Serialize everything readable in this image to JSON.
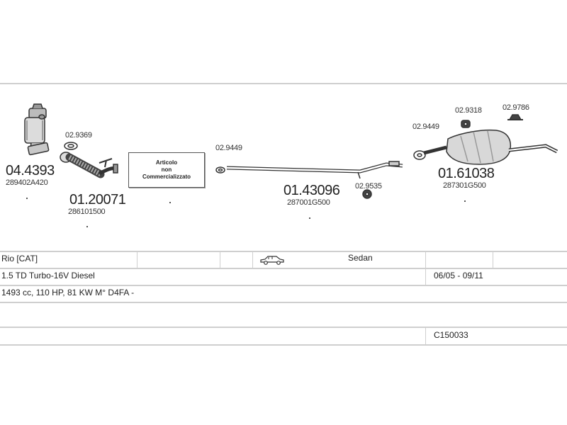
{
  "parts": {
    "cat": {
      "part_no": "04.4393",
      "oem": "289402A420"
    },
    "flex_pipe": {
      "part_no": "01.20071",
      "oem": "286101500"
    },
    "gasket_9369": {
      "part_no": "02.9369"
    },
    "not_available": {
      "line1": "Articolo",
      "line2": "non",
      "line3": "Commercializzato"
    },
    "gasket_9449_front": {
      "part_no": "02.9449"
    },
    "mid_pipe": {
      "part_no": "01.43096",
      "oem": "287001G500"
    },
    "hanger_9535": {
      "part_no": "02.9535"
    },
    "gasket_9449_rear": {
      "part_no": "02.9449"
    },
    "hanger_9318": {
      "part_no": "02.9318"
    },
    "hanger_9786": {
      "part_no": "02.9786"
    },
    "rear_silencer": {
      "part_no": "01.61038",
      "oem": "287301G500"
    }
  },
  "vehicle": {
    "model": "Rio  [CAT]",
    "body": "Sedan",
    "engine": "1.5 TD Turbo-16V Diesel",
    "years": "06/05 - 09/11",
    "specs": "1493 cc, 110 HP, 81 KW M° D4FA -",
    "code": "C150033"
  }
}
